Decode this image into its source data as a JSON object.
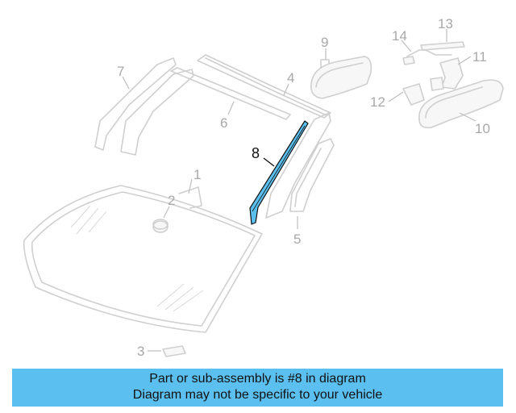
{
  "highlight": {
    "part_number": "8",
    "color": "#5bc0f0",
    "outline_color": "#111111"
  },
  "callouts": {
    "c1": "1",
    "c2": "2",
    "c3": "3",
    "c4": "4",
    "c5": "5",
    "c6": "6",
    "c7": "7",
    "c8": "8",
    "c9": "9",
    "c10": "10",
    "c11": "11",
    "c12": "12",
    "c13": "13",
    "c14": "14"
  },
  "banner": {
    "line1": "Part or sub-assembly is #8 in diagram",
    "line2": "Diagram may not be specific to your vehicle",
    "background": "#5bc0f0"
  }
}
